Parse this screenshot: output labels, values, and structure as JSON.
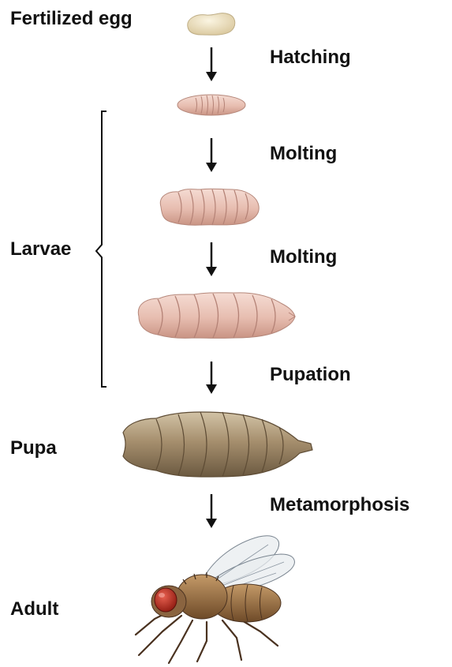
{
  "stages": {
    "egg": "Fertilized egg",
    "larvae": "Larvae",
    "pupa": "Pupa",
    "adult": "Adult"
  },
  "transitions": {
    "hatching": "Hatching",
    "molting_1": "Molting",
    "molting_2": "Molting",
    "pupation": "Pupation",
    "metamorphosis": "Metamorphosis"
  },
  "colors": {
    "larva_fill": "#e9c4b8",
    "pupa_fill": "#a48c6c",
    "egg_fill": "#efe3c2",
    "arrow": "#111111",
    "fly_eye": "#c0281c"
  }
}
